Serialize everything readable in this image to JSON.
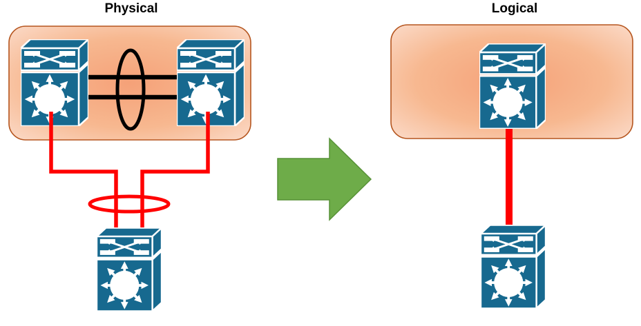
{
  "panels": {
    "physical": {
      "title": "Physical",
      "nodes": [
        {
          "id": "physical-switch-left",
          "icon": "l3-switch-icon"
        },
        {
          "id": "physical-switch-right",
          "icon": "l3-switch-icon"
        },
        {
          "id": "physical-access-switch",
          "icon": "l3-switch-icon"
        }
      ],
      "links": [
        {
          "id": "peer-link-bundle",
          "style": "etherchannel",
          "line_count": 2,
          "bundle_symbol": "ellipse",
          "color": "#000000"
        },
        {
          "id": "uplink-bundle",
          "style": "port-channel",
          "line_count": 2,
          "bundle_symbol": "ellipse",
          "color": "#FF0000"
        }
      ]
    },
    "logical": {
      "title": "Logical",
      "nodes": [
        {
          "id": "logical-virtual-switch",
          "icon": "l3-switch-icon"
        },
        {
          "id": "logical-access-switch",
          "icon": "l3-switch-icon"
        }
      ],
      "links": [
        {
          "id": "logical-uplink",
          "style": "single-logical-link",
          "line_count": 1,
          "color": "#FF0000"
        }
      ]
    }
  },
  "transform_arrow": {
    "icon": "right-block-arrow-icon",
    "direction": "right",
    "color": "#6EAC49"
  },
  "colors": {
    "background": "#FFFFFF",
    "switch_blue": "#17698F",
    "link_red": "#FF0000",
    "link_black": "#000000",
    "arrow_green": "#6EAC49",
    "arrow_green_border": "#579137",
    "domain_border": "#B5551E",
    "domain_glow_inner": "#F5A178",
    "domain_glow_mid": "#F7B democr08F",
    "domain_glow_outer": "#FBDCCB"
  }
}
